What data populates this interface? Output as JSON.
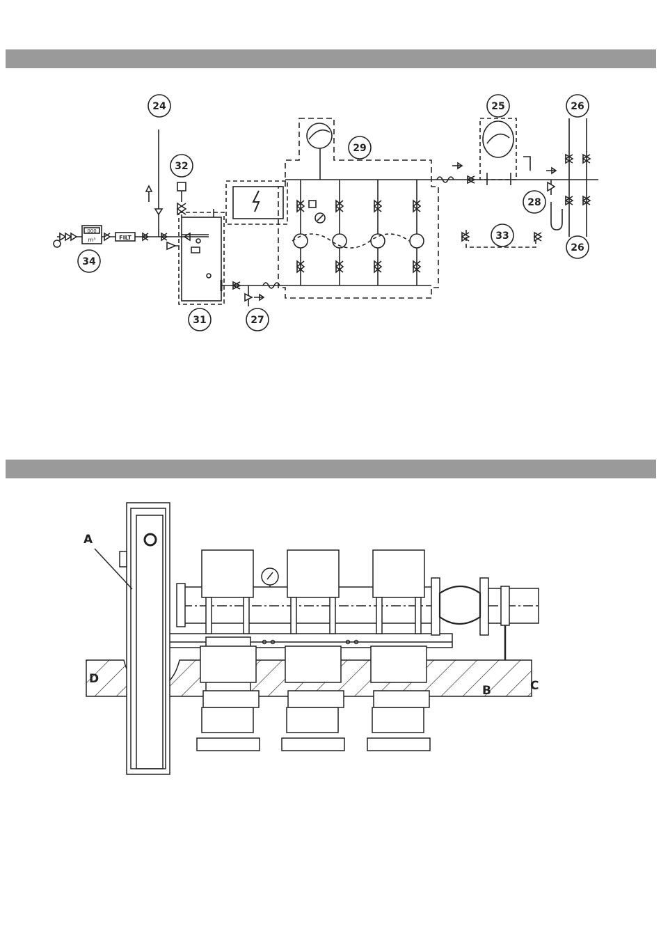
{
  "schematic": {
    "callouts": [
      "24",
      "32",
      "29",
      "25",
      "26",
      "26",
      "28",
      "33",
      "34",
      "31",
      "27"
    ],
    "meter_unit": "m³",
    "meter_digits": "000",
    "filter_label": "FILT"
  },
  "installation": {
    "labels": [
      "A",
      "B",
      "C",
      "D"
    ]
  }
}
